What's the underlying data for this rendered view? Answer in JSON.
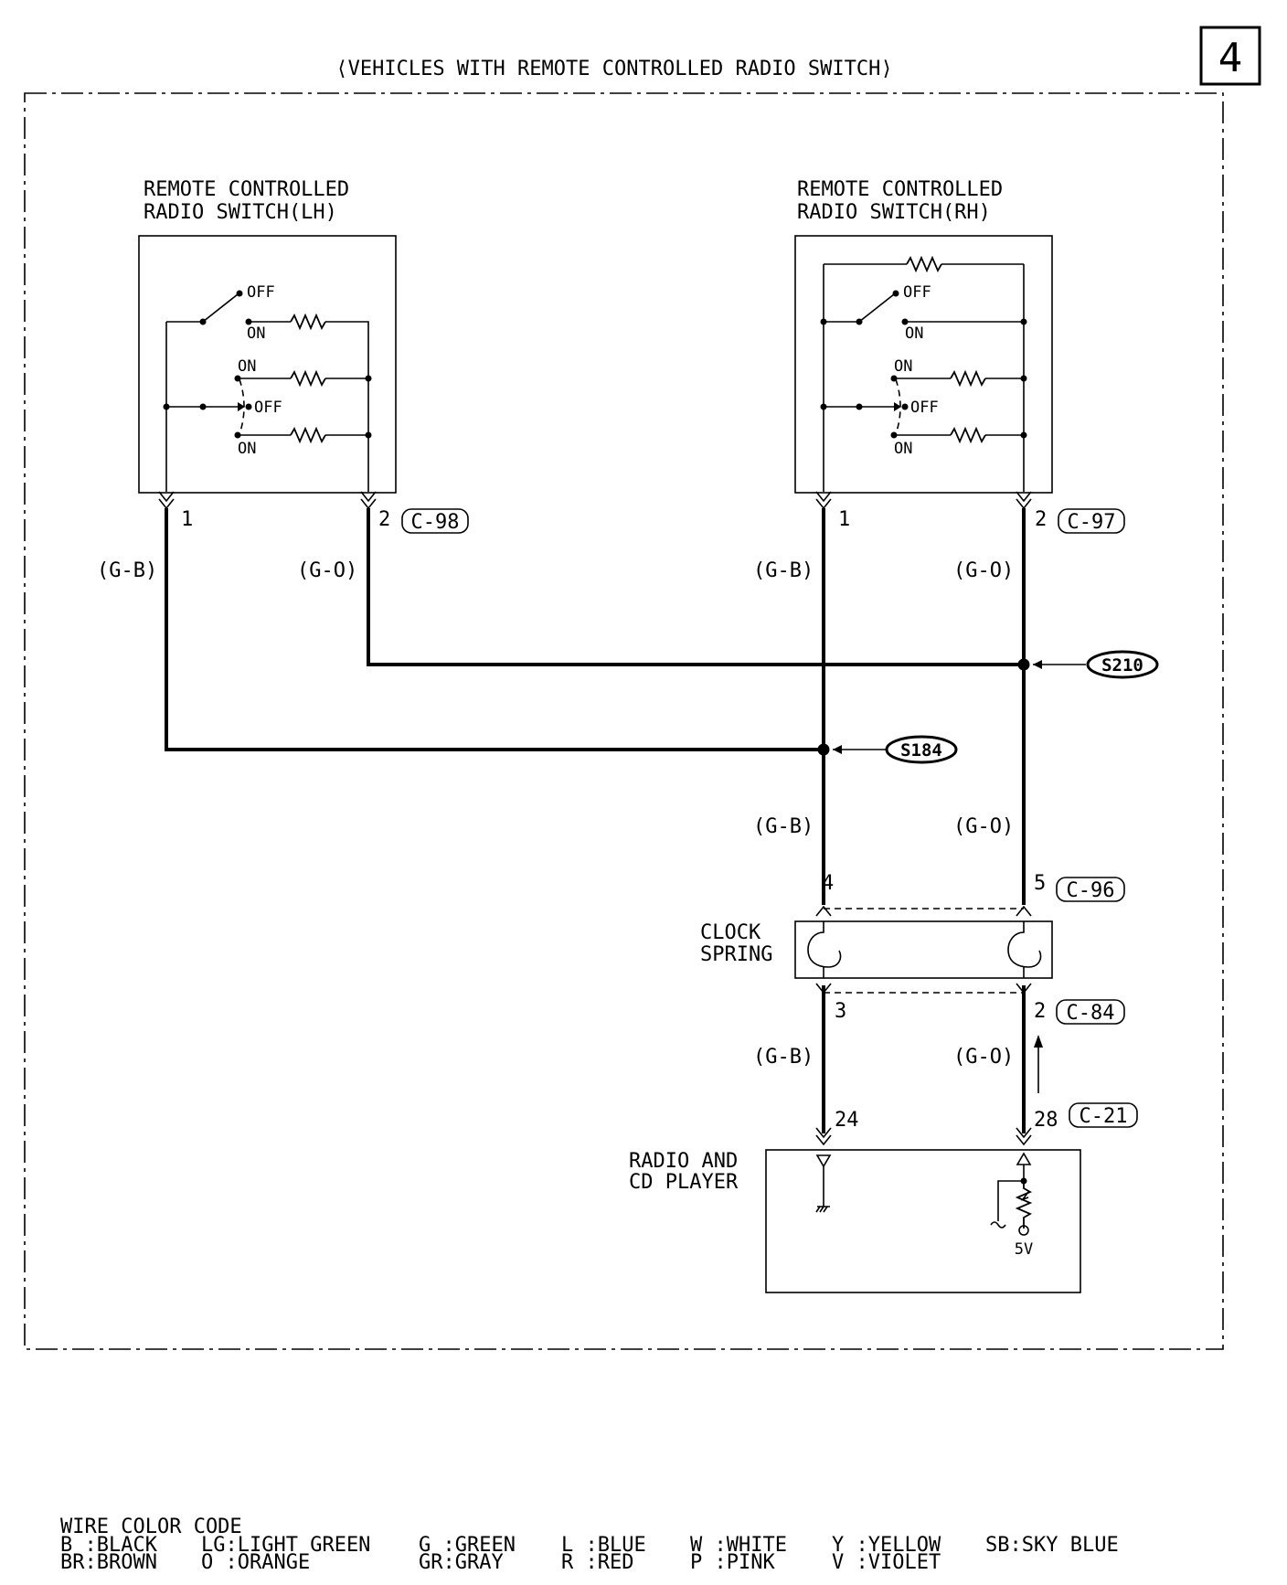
{
  "header": {
    "title": "⟨VEHICLES WITH REMOTE CONTROLLED RADIO SWITCH⟩",
    "page_number": "4"
  },
  "components": {
    "switch_lh": {
      "line1": "REMOTE CONTROLLED",
      "line2": "RADIO SWITCH(LH)",
      "connector": "C-98"
    },
    "switch_rh": {
      "line1": "REMOTE CONTROLLED",
      "line2": "RADIO SWITCH(RH)",
      "connector": "C-97"
    },
    "clock_spring": {
      "line1": "CLOCK",
      "line2": "SPRING",
      "connector_top": "C-96",
      "connector_bottom": "C-84"
    },
    "radio": {
      "line1": "RADIO AND",
      "line2": "CD PLAYER",
      "connector": "C-21",
      "voltage": "5V"
    }
  },
  "switch_states": {
    "off": "OFF",
    "on": "ON"
  },
  "pins": {
    "lh_1": "1",
    "lh_2": "2",
    "rh_1": "1",
    "rh_2": "2",
    "cs_top_left": "4",
    "cs_top_right": "5",
    "cs_bottom_left": "3",
    "cs_bottom_right": "2",
    "radio_left": "24",
    "radio_right": "28"
  },
  "wires": {
    "gb": "(G-B)",
    "go": "(G-O)"
  },
  "splices": {
    "s210": "S210",
    "s184": "S184"
  },
  "legend": {
    "title": "WIRE COLOR CODE",
    "row1": [
      "B :BLACK",
      "LG:LIGHT GREEN",
      "G :GREEN",
      "L :BLUE",
      "W :WHITE",
      "Y :YELLOW",
      "SB:SKY BLUE"
    ],
    "row2": [
      "BR:BROWN",
      "O :ORANGE",
      "GR:GRAY",
      "R :RED",
      "P :PINK",
      "V :VIOLET"
    ]
  }
}
